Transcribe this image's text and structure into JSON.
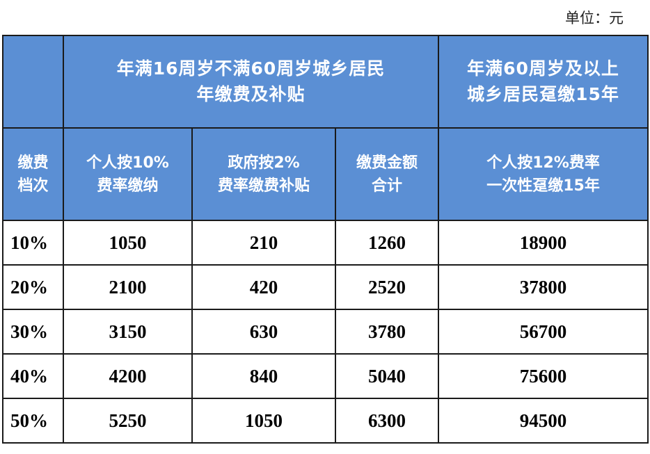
{
  "unit_label": "单位：元",
  "header": {
    "top": {
      "group1_line1": "年满16周岁不满60周岁城乡居民",
      "group1_line2": "年缴费及补贴",
      "group2_line1": "年满60周岁及以上",
      "group2_line2": "城乡居民趸缴15年"
    },
    "sub": {
      "col0_line1": "缴费",
      "col0_line2": "档次",
      "col1_line1": "个人按10%",
      "col1_line2": "费率缴纳",
      "col2_line1": "政府按2%",
      "col2_line2": "费率缴费补贴",
      "col3_line1": "缴费金额",
      "col3_line2": "合计",
      "col4_line1": "个人按12%费率",
      "col4_line2": "一次性趸缴15年"
    }
  },
  "rows": [
    {
      "level": "10%",
      "personal": "1050",
      "subsidy": "210",
      "total": "1260",
      "lump": "18900"
    },
    {
      "level": "20%",
      "personal": "2100",
      "subsidy": "420",
      "total": "2520",
      "lump": "37800"
    },
    {
      "level": "30%",
      "personal": "3150",
      "subsidy": "630",
      "total": "3780",
      "lump": "56700"
    },
    {
      "level": "40%",
      "personal": "4200",
      "subsidy": "840",
      "total": "5040",
      "lump": "75600"
    },
    {
      "level": "50%",
      "personal": "5250",
      "subsidy": "1050",
      "total": "6300",
      "lump": "94500"
    }
  ]
}
